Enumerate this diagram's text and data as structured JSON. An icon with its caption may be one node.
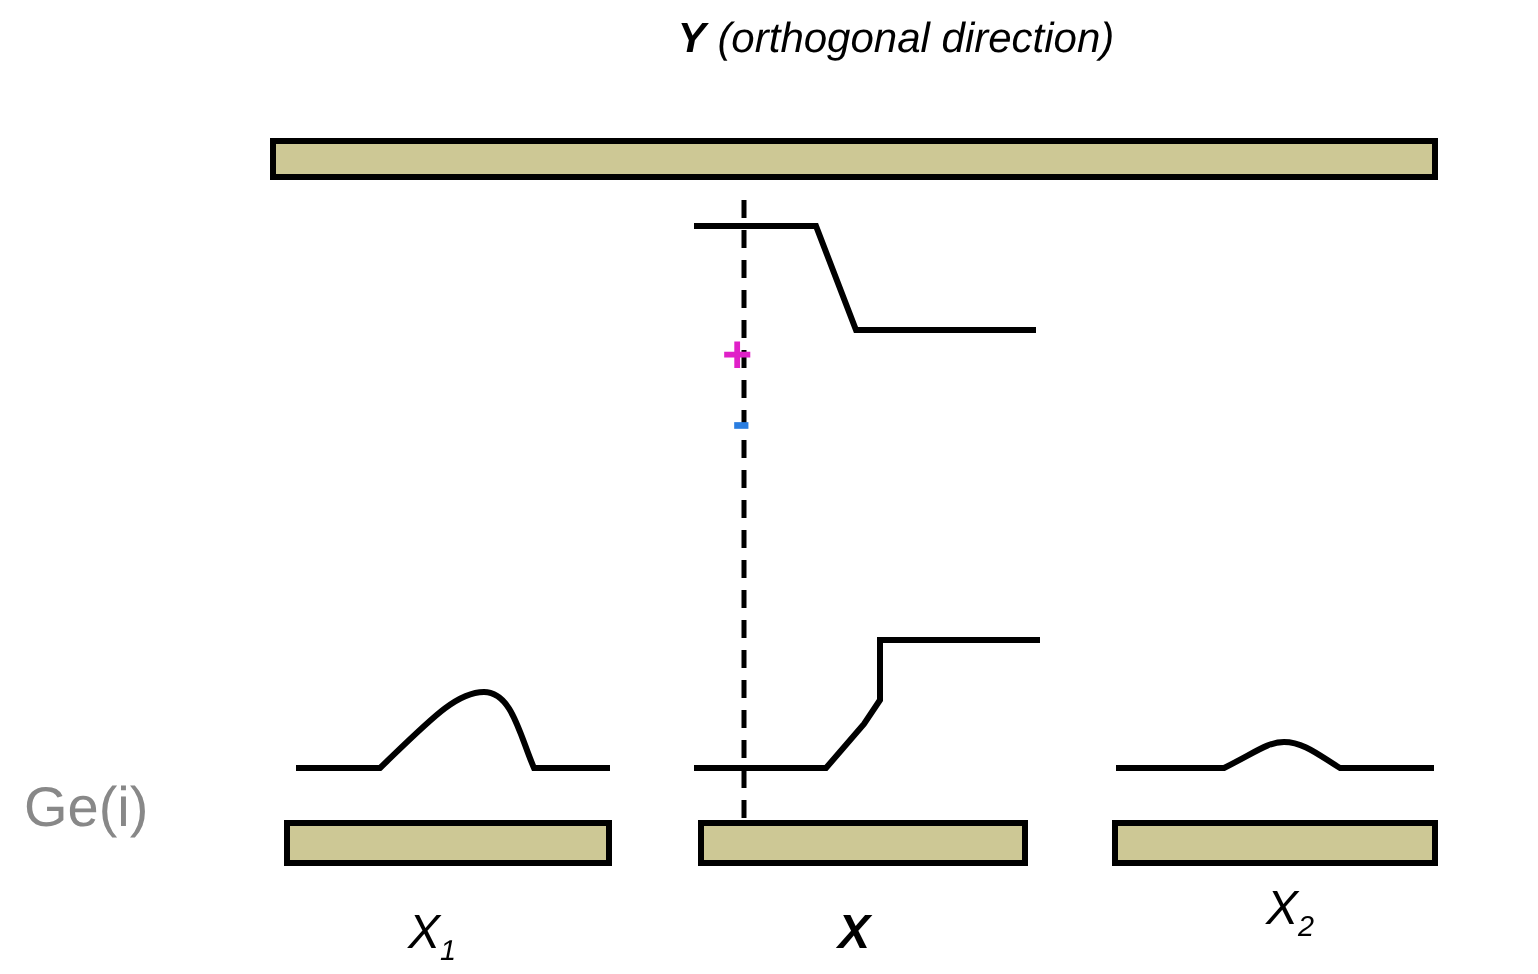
{
  "diagram": {
    "title": "**Y** (orthogonal direction)",
    "nodes": [
      {
        "text": [],
        "shape": "bar"
      },
      {
        "text": [],
        "shape": "bar"
      },
      {
        "text": [],
        "shape": "bar"
      },
      {
        "text": [],
        "shape": "bar"
      }
    ],
    "labels": [
      "+",
      "-",
      "Ge(i)",
      "X$_{1}$",
      "X",
      "X$_{2}$"
    ]
  }
}
